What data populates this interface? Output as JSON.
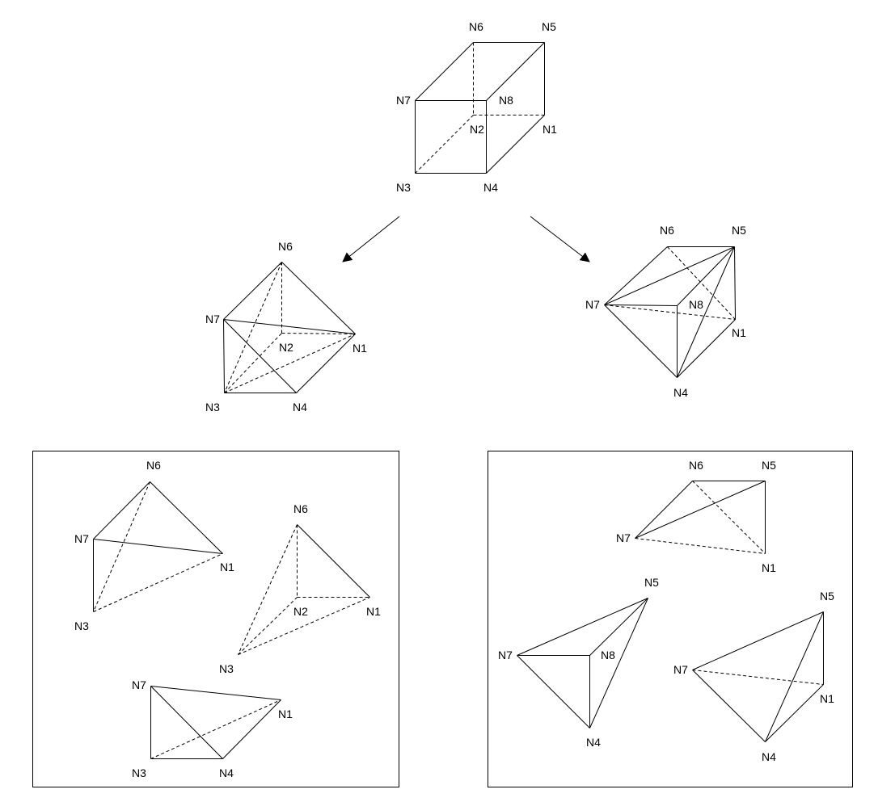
{
  "diagram": {
    "nodes": {
      "N1": "N1",
      "N2": "N2",
      "N3": "N3",
      "N4": "N4",
      "N5": "N5",
      "N6": "N6",
      "N7": "N7",
      "N8": "N8"
    },
    "shapes": [
      {
        "id": "hexahedron",
        "nodes": [
          "N6",
          "N5",
          "N7",
          "N8",
          "N2",
          "N1",
          "N3",
          "N4"
        ]
      },
      {
        "id": "prism-left",
        "nodes": [
          "N6",
          "N7",
          "N2",
          "N1",
          "N3",
          "N4"
        ]
      },
      {
        "id": "prism-right",
        "nodes": [
          "N6",
          "N5",
          "N7",
          "N8",
          "N1",
          "N4"
        ]
      },
      {
        "id": "tet-n6-n7-n1-n3",
        "nodes": [
          "N6",
          "N7",
          "N1",
          "N3"
        ]
      },
      {
        "id": "tet-n6-n2-n1-n3",
        "nodes": [
          "N6",
          "N2",
          "N1",
          "N3"
        ]
      },
      {
        "id": "tet-n7-n1-n3-n4",
        "nodes": [
          "N7",
          "N1",
          "N3",
          "N4"
        ]
      },
      {
        "id": "tet-n6-n5-n7-n1",
        "nodes": [
          "N6",
          "N5",
          "N7",
          "N1"
        ]
      },
      {
        "id": "tet-n5-n7-n8-n4",
        "nodes": [
          "N5",
          "N7",
          "N8",
          "N4"
        ]
      },
      {
        "id": "tet-n5-n7-n1-n4",
        "nodes": [
          "N5",
          "N7",
          "N1",
          "N4"
        ]
      }
    ]
  }
}
